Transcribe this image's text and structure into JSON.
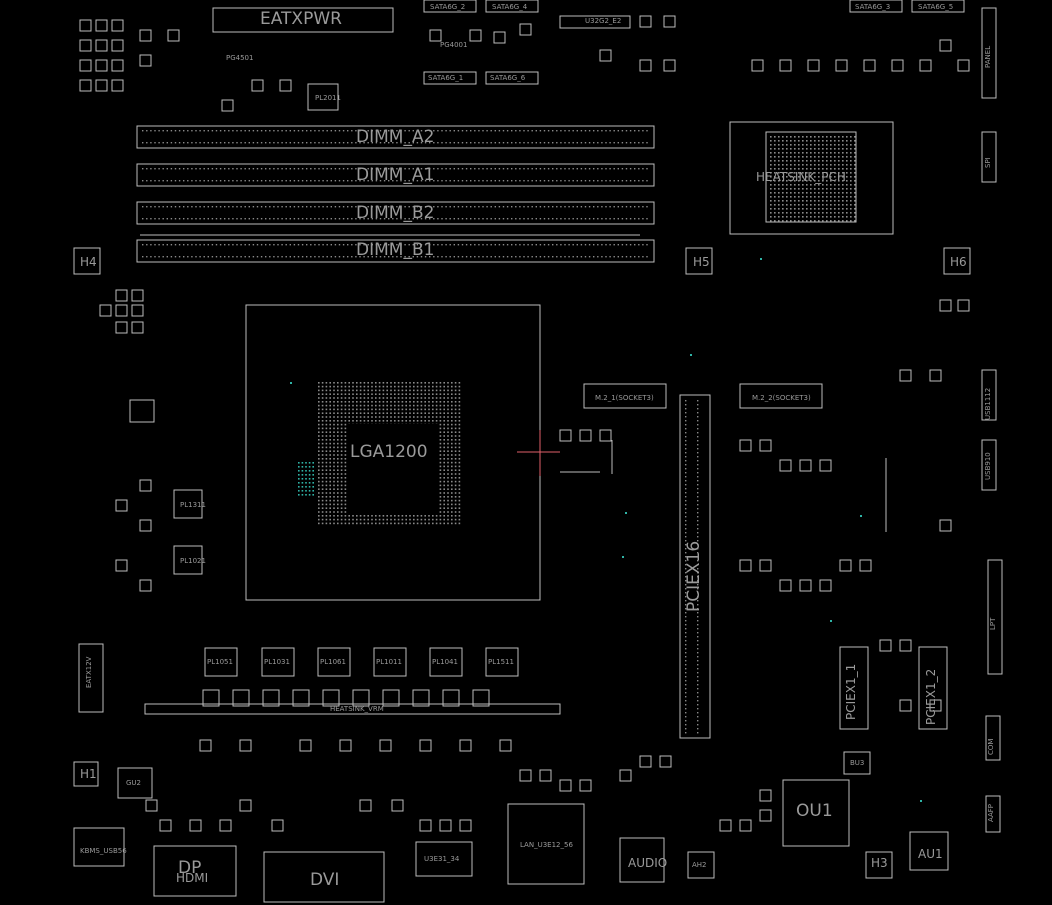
{
  "labels": {
    "eatxpwr": "EATXPWR",
    "dimm_a2": "DIMM_A2",
    "dimm_a1": "DIMM_A1",
    "dimm_b2": "DIMM_B2",
    "dimm_b1": "DIMM_B1",
    "heatsink_pch": "HEATSINK_PCH",
    "cpu_socket": "LGA1200",
    "pciex16": "PCIEX16",
    "pciex1_1": "PCIEX1_1",
    "pciex1_2": "PCIEX1_2",
    "m2_1": "M.2_1(SOCKET3)",
    "m2_2": "M.2_2(SOCKET3)",
    "eatx12v": "EATX12V",
    "h1": "H1",
    "h3": "H3",
    "h4": "H4",
    "h5": "H5",
    "h6": "H6",
    "dp": "DP",
    "hdmi": "HDMI",
    "dvi": "DVI",
    "audio": "AUDIO",
    "ah2": "AH2",
    "ou1": "OU1",
    "au1": "AU1",
    "bu3": "BU3",
    "gu2": "GU2",
    "u3e": "U3E31_34",
    "lan": "LAN_U3E12_56",
    "kbms": "KBMS_USB56",
    "panel": "PANEL",
    "usb12": "USB1112",
    "usb910": "USB910",
    "lpt": "LPT",
    "com": "COM",
    "aafp": "AAFP",
    "spi": "SPI",
    "sata6g_2": "SATA6G_2",
    "sata6g_4": "SATA6G_4",
    "sata6g_3": "SATA6G_3",
    "sata6g_5": "SATA6G_5",
    "sata6g_1": "SATA6G_1",
    "sata6g_6": "SATA6G_6",
    "u32g2": "U32G2_E2",
    "heatsink_vrm": "HEATSINK_VRM",
    "pl2011": "PL2011",
    "pl1311": "PL1311",
    "pl1021": "PL1021",
    "pl1051": "PL1051",
    "pl1031": "PL1031",
    "pl1061": "PL1061",
    "pl1011": "PL1011",
    "pl1041": "PL1041",
    "pl1511": "PL1511",
    "pg4001": "PG4001",
    "pg4501": "PG4501"
  },
  "colors": {
    "background": "#000000",
    "outline": "#bdbdbd",
    "label": "#9a9a9a",
    "pad": "#8a8a8a",
    "via": "#2fb3a6",
    "marker": "#e0606a"
  }
}
